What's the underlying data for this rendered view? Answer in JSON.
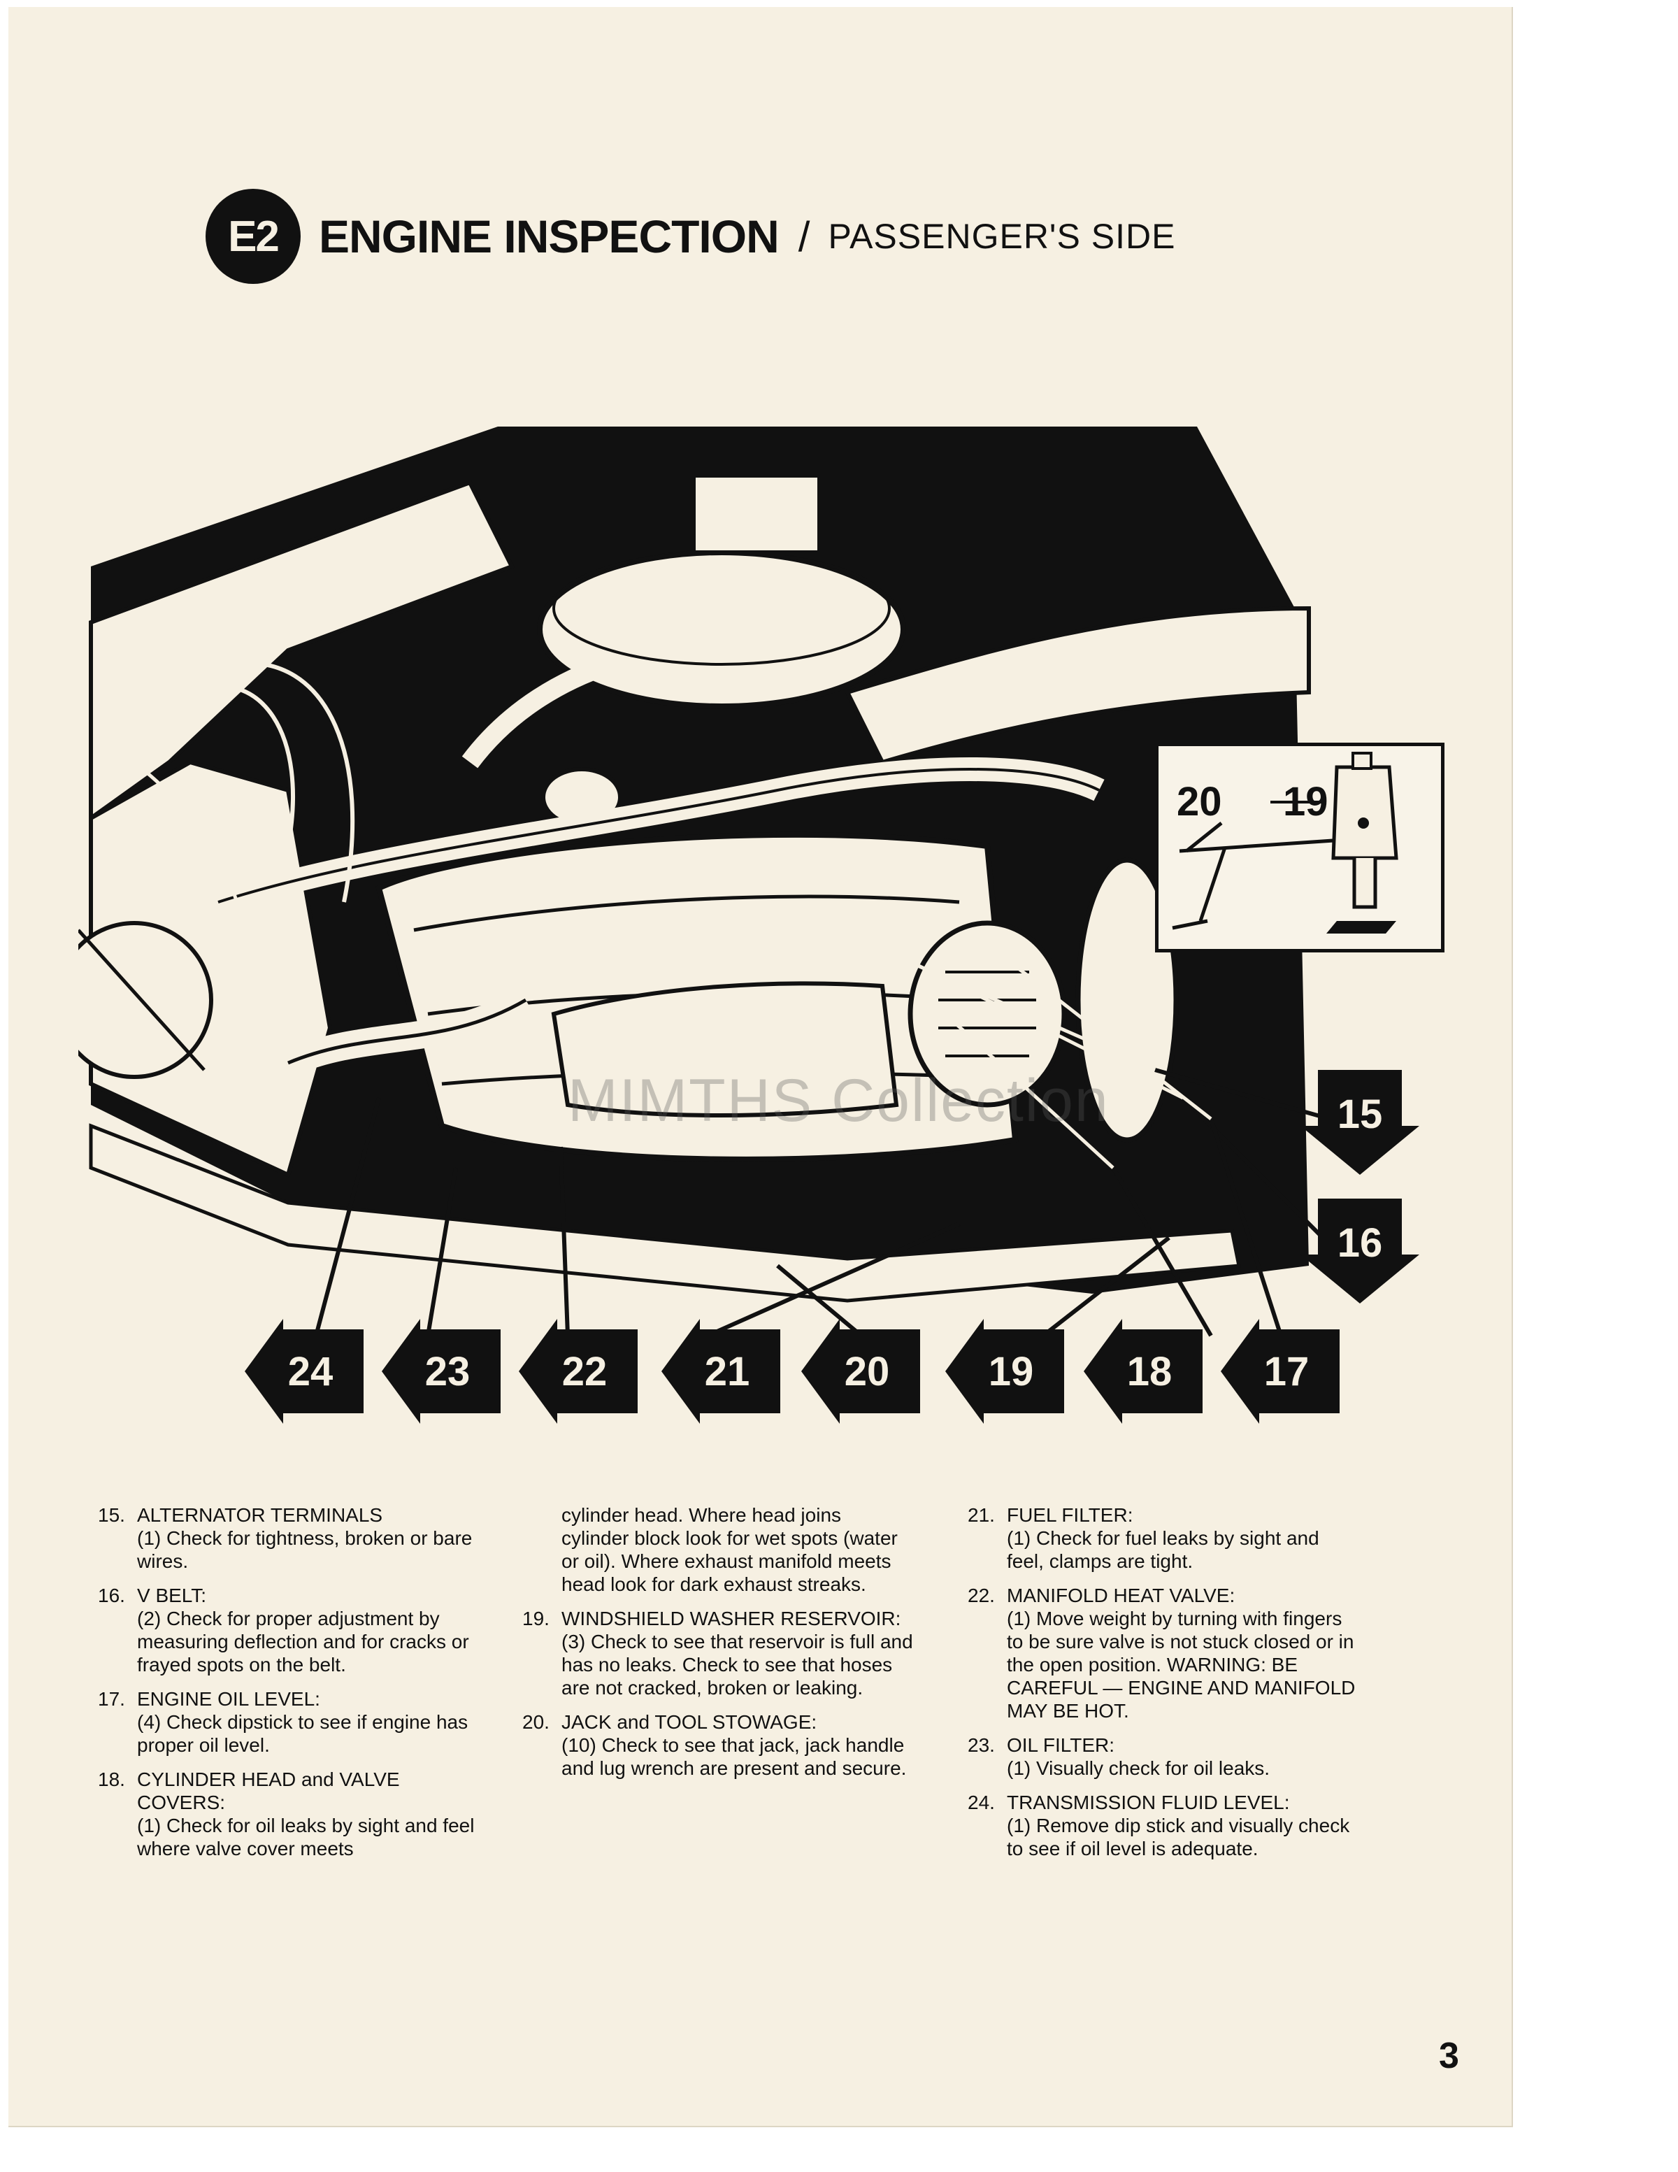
{
  "header": {
    "badge": "E2",
    "title": "ENGINE INSPECTION",
    "separator": "/",
    "subtitle": "PASSENGER'S SIDE"
  },
  "watermark": "MIMTHS Collection",
  "inset": {
    "label_a": "20",
    "label_b": "19"
  },
  "callouts": {
    "c15": "15",
    "c16": "16",
    "c17": "17",
    "c18": "18",
    "c19": "19",
    "c20": "20",
    "c21": "21",
    "c22": "22",
    "c23": "23",
    "c24": "24"
  },
  "instructions": {
    "i15": {
      "num": "15.",
      "title": "ALTERNATOR TERMINALS",
      "body": "(1)  Check for tightness, broken or bare wires."
    },
    "i16": {
      "num": "16.",
      "title": "V BELT:",
      "body": "(2) Check for proper adjustment by measuring deflection and for cracks or frayed spots on the belt."
    },
    "i17": {
      "num": "17.",
      "title": "ENGINE OIL LEVEL:",
      "body": "(4) Check dipstick to see if engine has proper oil level."
    },
    "i18": {
      "num": "18.",
      "title": "CYLINDER HEAD and VALVE COVERS:",
      "body": "(1) Check for oil leaks by sight and feel where valve cover meets",
      "continued": "cylinder head. Where head joins cylinder block look for wet spots (water or oil). Where exhaust manifold meets head look for dark exhaust streaks."
    },
    "i19": {
      "num": "19.",
      "title": "WINDSHIELD WASHER RESERVOIR:",
      "body": "(3) Check to see that reservoir is full and has no leaks. Check to see that hoses are not cracked, broken or leaking."
    },
    "i20": {
      "num": "20.",
      "title": "JACK and TOOL STOWAGE:",
      "body": "(10) Check to see that jack, jack handle and lug wrench are present and secure."
    },
    "i21": {
      "num": "21.",
      "title": "FUEL FILTER:",
      "body": "(1) Check for fuel leaks by sight and feel, clamps are tight."
    },
    "i22": {
      "num": "22.",
      "title": "MANIFOLD HEAT VALVE:",
      "body": "(1) Move weight by turning with fingers to be sure valve is not stuck closed or in the open position. WARNING: BE CAREFUL — ENGINE AND MANIFOLD MAY BE HOT."
    },
    "i23": {
      "num": "23.",
      "title": "OIL FILTER:",
      "body": "(1) Visually check for oil leaks."
    },
    "i24": {
      "num": "24.",
      "title": "TRANSMISSION FLUID LEVEL:",
      "body": "(1) Remove dip stick and visually check to see if oil level is adequate."
    }
  },
  "page_number": "3"
}
